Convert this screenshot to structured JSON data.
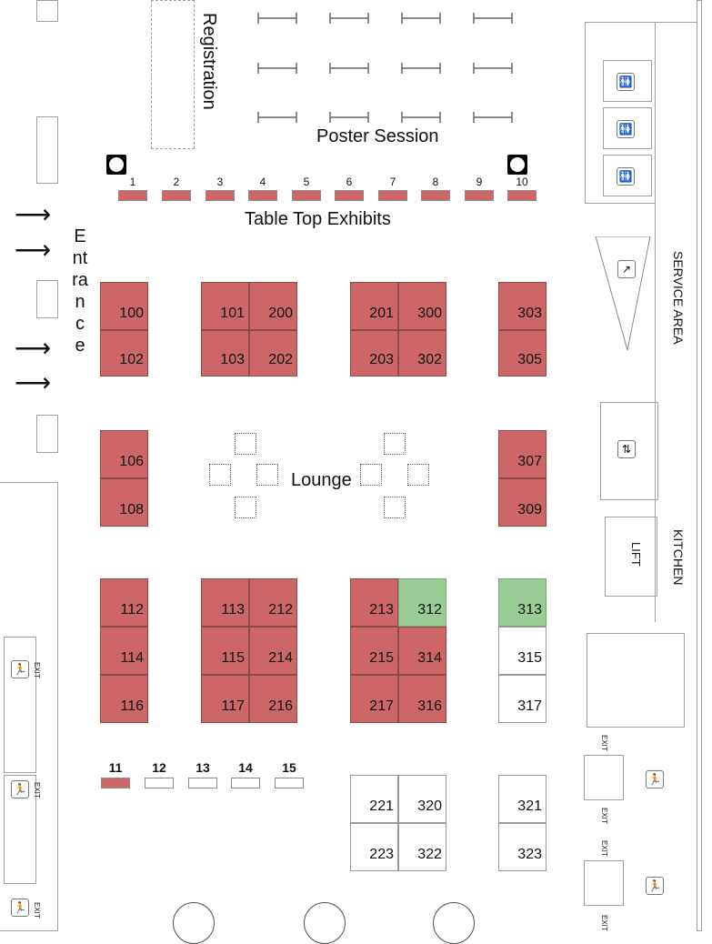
{
  "areas": {
    "registration": "Registration",
    "poster_session": "Poster Session",
    "table_top_exhibits": "Table Top Exhibits",
    "entrance": "Entrance",
    "lounge": "Lounge",
    "service_area": "SERVICE AREA",
    "kitchen": "KITCHEN",
    "lift": "LIFT",
    "exit": "EXIT"
  },
  "legend_colors": {
    "sold": "#cd6767",
    "reserved": "#9acd96",
    "available": "#ffffff"
  },
  "table_tops_top": [
    {
      "num": "1",
      "status": "sold"
    },
    {
      "num": "2",
      "status": "sold"
    },
    {
      "num": "3",
      "status": "sold"
    },
    {
      "num": "4",
      "status": "sold"
    },
    {
      "num": "5",
      "status": "sold"
    },
    {
      "num": "6",
      "status": "sold"
    },
    {
      "num": "7",
      "status": "sold"
    },
    {
      "num": "8",
      "status": "sold"
    },
    {
      "num": "9",
      "status": "sold"
    },
    {
      "num": "10",
      "status": "sold"
    }
  ],
  "table_tops_bottom": [
    {
      "num": "11",
      "status": "sold"
    },
    {
      "num": "12",
      "status": "available"
    },
    {
      "num": "13",
      "status": "available"
    },
    {
      "num": "14",
      "status": "available"
    },
    {
      "num": "15",
      "status": "available"
    }
  ],
  "booths": {
    "b100": {
      "num": "100",
      "status": "sold"
    },
    "b102": {
      "num": "102",
      "status": "sold"
    },
    "b101": {
      "num": "101",
      "status": "sold"
    },
    "b200": {
      "num": "200",
      "status": "sold"
    },
    "b103": {
      "num": "103",
      "status": "sold"
    },
    "b202": {
      "num": "202",
      "status": "sold"
    },
    "b201": {
      "num": "201",
      "status": "sold"
    },
    "b300": {
      "num": "300",
      "status": "sold"
    },
    "b203": {
      "num": "203",
      "status": "sold"
    },
    "b302": {
      "num": "302",
      "status": "sold"
    },
    "b303": {
      "num": "303",
      "status": "sold"
    },
    "b305": {
      "num": "305",
      "status": "sold"
    },
    "b106": {
      "num": "106",
      "status": "sold"
    },
    "b108": {
      "num": "108",
      "status": "sold"
    },
    "b307": {
      "num": "307",
      "status": "sold"
    },
    "b309": {
      "num": "309",
      "status": "sold"
    },
    "b112": {
      "num": "112",
      "status": "sold"
    },
    "b114": {
      "num": "114",
      "status": "sold"
    },
    "b116": {
      "num": "116",
      "status": "sold"
    },
    "b113": {
      "num": "113",
      "status": "sold"
    },
    "b212": {
      "num": "212",
      "status": "sold"
    },
    "b115": {
      "num": "115",
      "status": "sold"
    },
    "b214": {
      "num": "214",
      "status": "sold"
    },
    "b117": {
      "num": "117",
      "status": "sold"
    },
    "b216": {
      "num": "216",
      "status": "sold"
    },
    "b213": {
      "num": "213",
      "status": "sold"
    },
    "b312": {
      "num": "312",
      "status": "reserved"
    },
    "b215": {
      "num": "215",
      "status": "sold"
    },
    "b314": {
      "num": "314",
      "status": "sold"
    },
    "b217": {
      "num": "217",
      "status": "sold"
    },
    "b316": {
      "num": "316",
      "status": "sold"
    },
    "b313": {
      "num": "313",
      "status": "reserved"
    },
    "b315": {
      "num": "315",
      "status": "available"
    },
    "b317": {
      "num": "317",
      "status": "available"
    },
    "b221": {
      "num": "221",
      "status": "available"
    },
    "b320": {
      "num": "320",
      "status": "available"
    },
    "b223": {
      "num": "223",
      "status": "available"
    },
    "b322": {
      "num": "322",
      "status": "available"
    },
    "b321": {
      "num": "321",
      "status": "available"
    },
    "b323": {
      "num": "323",
      "status": "available"
    }
  }
}
